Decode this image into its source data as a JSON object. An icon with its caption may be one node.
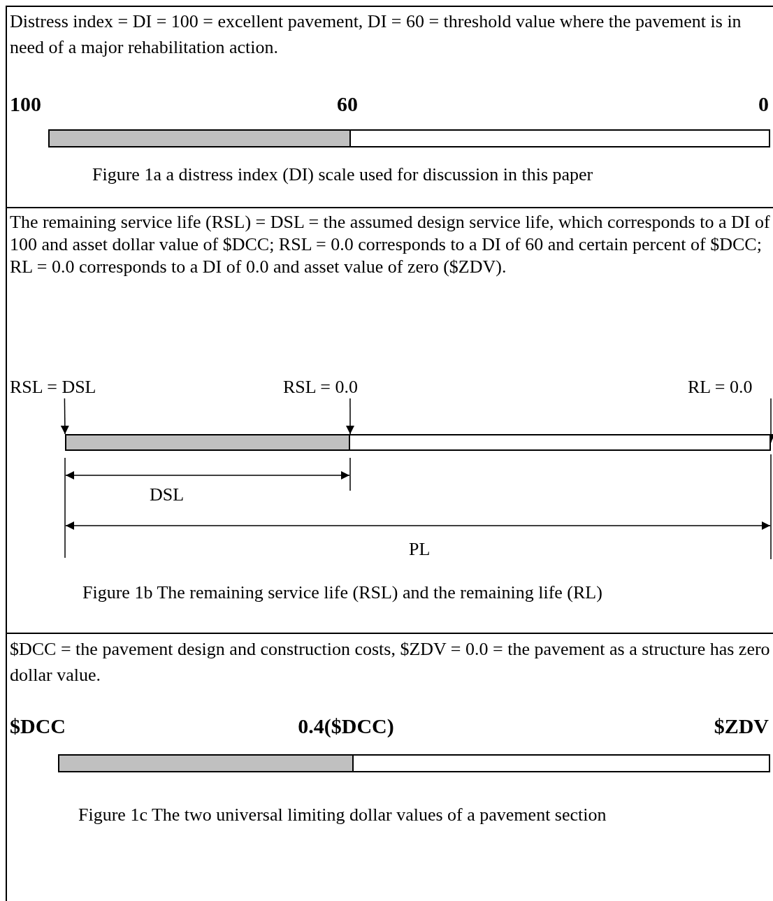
{
  "diagram": {
    "nodes": [
      {
        "text": [
          "RSL = DSL"
        ]
      },
      {
        "text": [
          "RSL = 0.0"
        ]
      },
      {
        "text": [
          "RL = 0.0"
        ]
      },
      {
        "text": [],
        "shape": "bar"
      },
      {
        "text": [],
        "shape": "bar"
      }
    ],
    "edges": [
      {
        "from": 0,
        "to": 3,
        "arrow": "to"
      },
      {
        "from": 1,
        "to": 3,
        "arrow": "to"
      },
      {
        "from": 2,
        "to": 4,
        "arrow": "to"
      }
    ],
    "labels": [
      "Distress index = DI = 100 = excellent pavement, DI = 60 = threshold value where the pavement is in need of a major rehabilitation action.",
      "100",
      "60",
      "0",
      "Figure 1a  a distress index (DI) scale used for discussion in this paper",
      "The remaining service life (RSL) = DSL = the assumed design service life, which corresponds to a DI of 100 and asset dollar value of $DCC; RSL = 0.0 corresponds to a DI of 60 and certain percent of $DCC; RL = 0.0 corresponds to a DI of 0.0 and asset value of zero ($ZDV).",
      "DSL",
      "PL",
      "Figure 1b The remaining service life (RSL) and the remaining life (RL)",
      "$DCC = the pavement design and construction costs, $ZDV = 0.0 = the pavement as a structure has zero dollar value.",
      "$DCC",
      "0.4($DCC)",
      "$ZDV",
      "Figure 1c The two universal limiting dollar values of a pavement section"
    ]
  }
}
